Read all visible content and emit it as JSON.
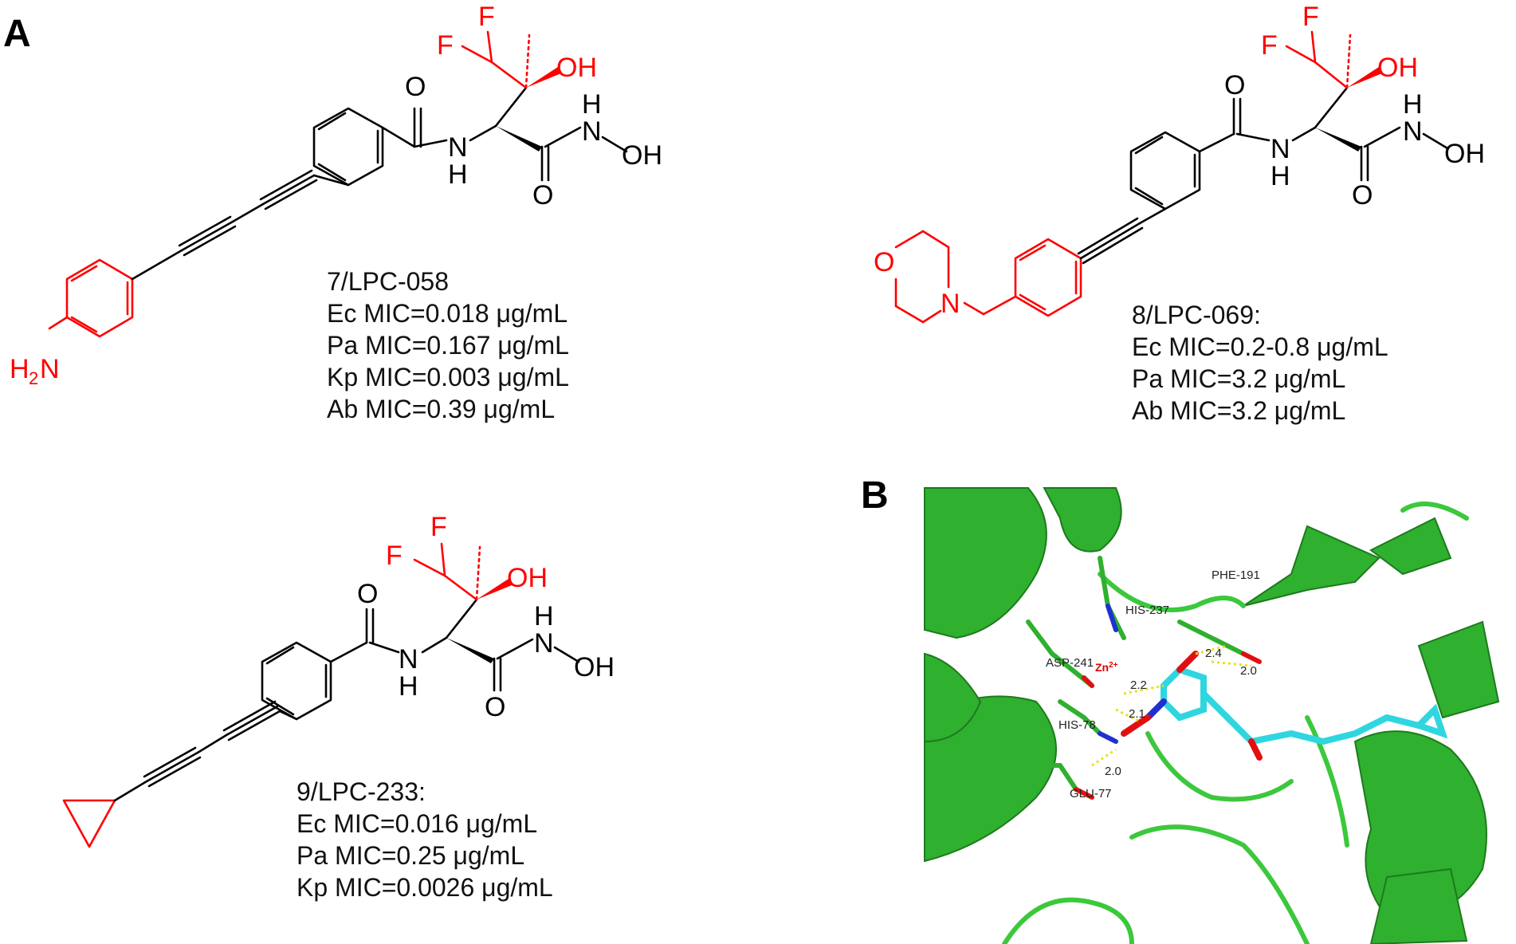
{
  "panels": {
    "a_label": "A",
    "b_label": "B"
  },
  "atoms": {
    "F": "F",
    "OH": "OH",
    "O": "O",
    "N": "N",
    "H": "H",
    "H2N_H": "H",
    "H2N_sub": "2",
    "H2N_N": "N"
  },
  "compounds": [
    {
      "name": "7/LPC-058",
      "mic": [
        "Ec MIC=0.018 μg/mL",
        "Pa MIC=0.167 μg/mL",
        "Kp MIC=0.003 μg/mL",
        "Ab MIC=0.39 μg/mL"
      ]
    },
    {
      "name": "8/LPC-069:",
      "mic": [
        "Ec MIC=0.2-0.8 μg/mL",
        "Pa MIC=3.2 μg/mL",
        "Ab MIC=3.2 μg/mL"
      ]
    },
    {
      "name": "9/LPC-233:",
      "mic": [
        "Ec MIC=0.016 μg/mL",
        "Pa MIC=0.25 μg/mL",
        "Kp MIC=0.0026 μg/mL"
      ]
    }
  ],
  "docking": {
    "residues": [
      "PHE-191",
      "HIS-237",
      "ASP-241",
      "HIS-78",
      "GLU-77"
    ],
    "ion": "Zn",
    "ion_charge": "2+",
    "distances": [
      "2.4",
      "2.0",
      "2.2",
      "2.1",
      "2.0"
    ]
  },
  "colors": {
    "modified_group": "#ff0000",
    "scaffold": "#000000",
    "protein": "#2db52d",
    "ligand_carbon": "#2fd6e0",
    "oxygen": "#e01010",
    "nitrogen": "#2030d0",
    "hbond": "#e8e020"
  }
}
